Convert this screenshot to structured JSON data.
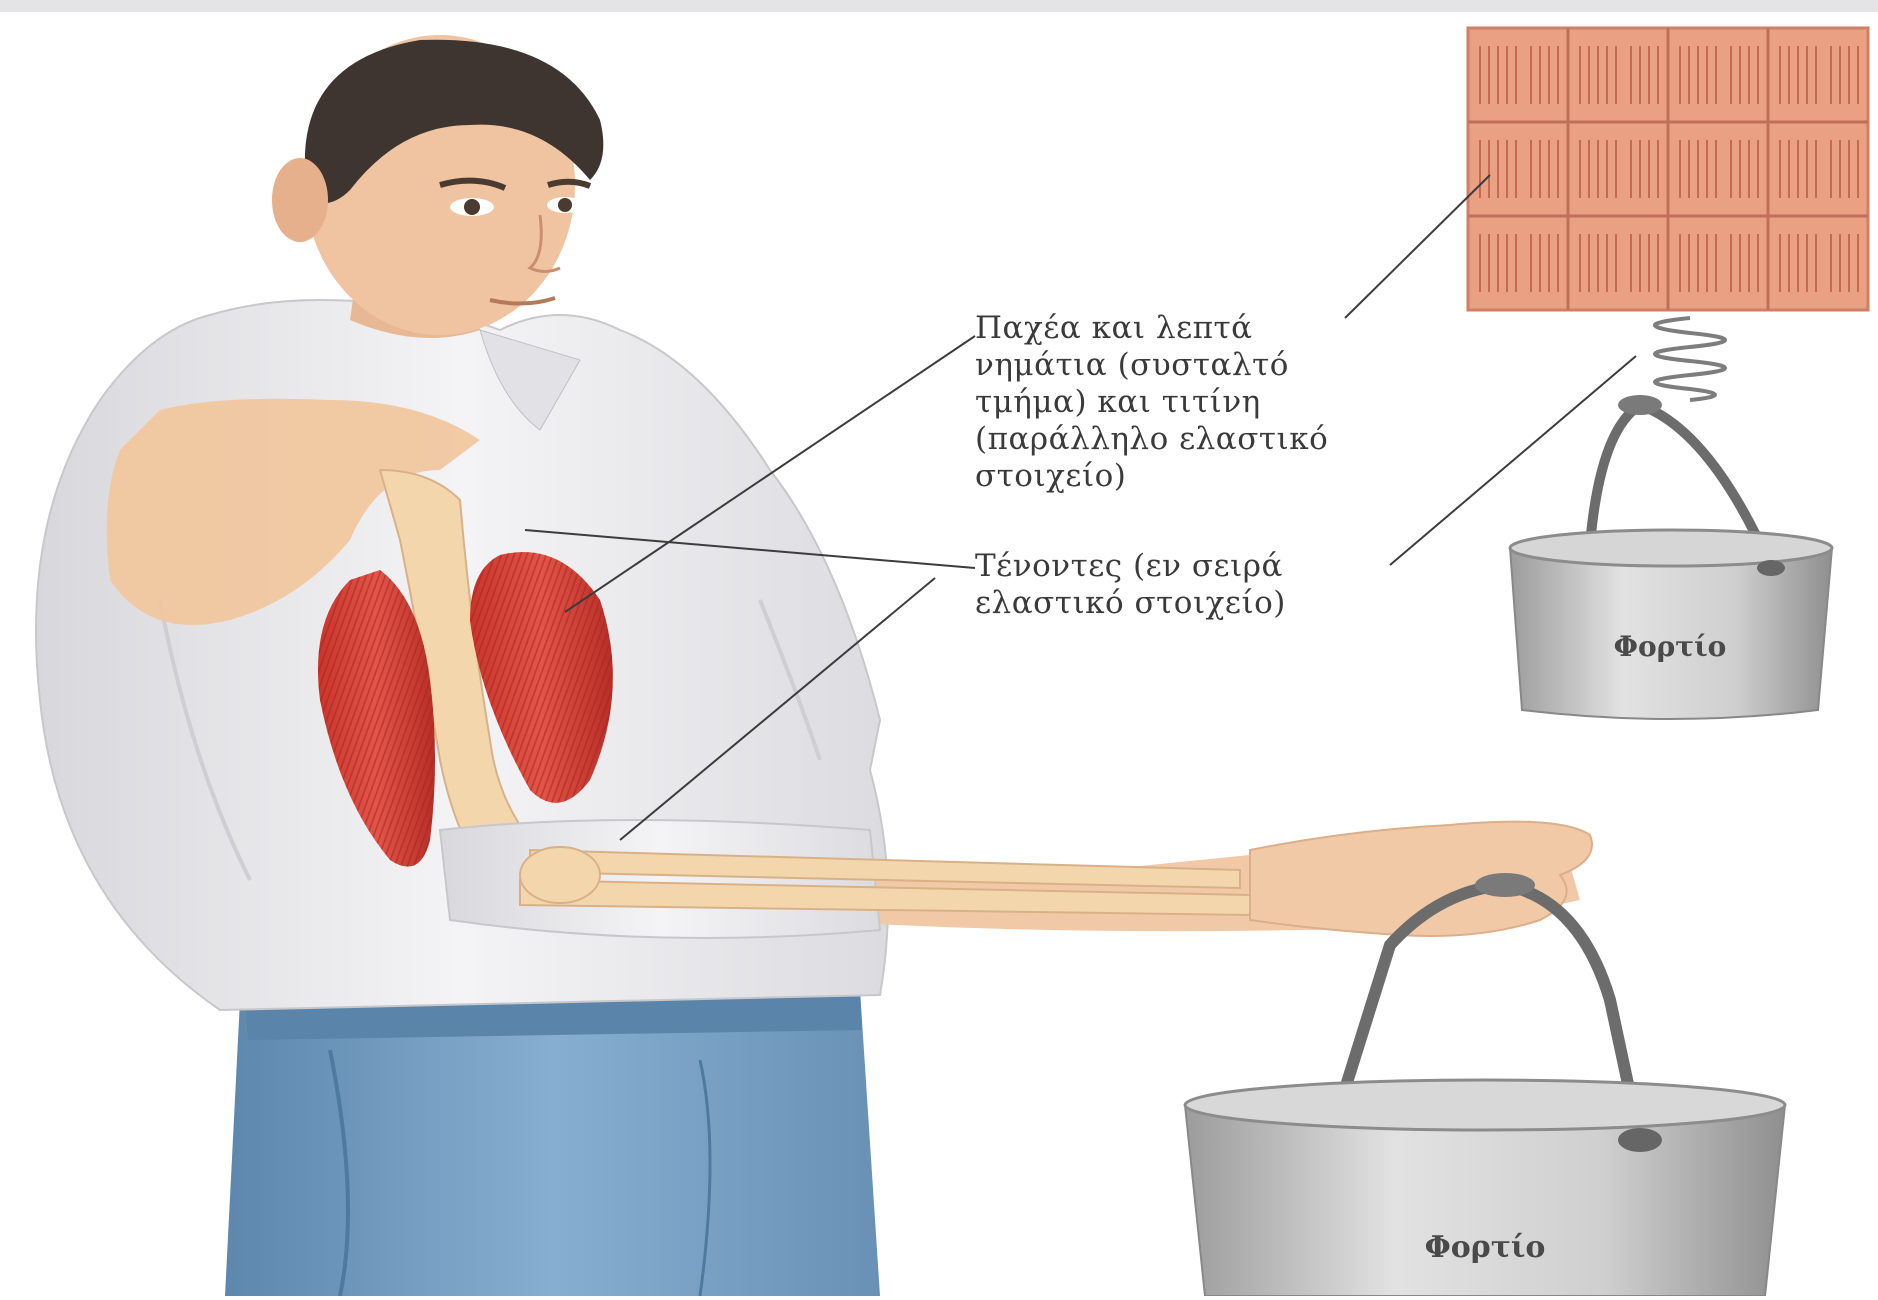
{
  "labels": {
    "filaments": [
      "Παχέα και λεπτά",
      "νημάτια (συσταλτό",
      "τμήμα) και τιτίνη",
      "(παράλληλο ελαστικό",
      "στοιχείο)"
    ],
    "tendons": [
      "Τένοντες (εν σειρά",
      "ελαστικό στοιχείο)"
    ]
  },
  "loads": {
    "small": "Φορτίο",
    "large": "Φορτίο"
  },
  "colors": {
    "shirt": "#eeeef0",
    "skin": "#f2c9a6",
    "bone": "#f3d3a4",
    "muscle": "#d8433a",
    "sarcomere": "#e6967c",
    "jeans": "#6d98bf",
    "bucket": "#c9c9c9"
  }
}
